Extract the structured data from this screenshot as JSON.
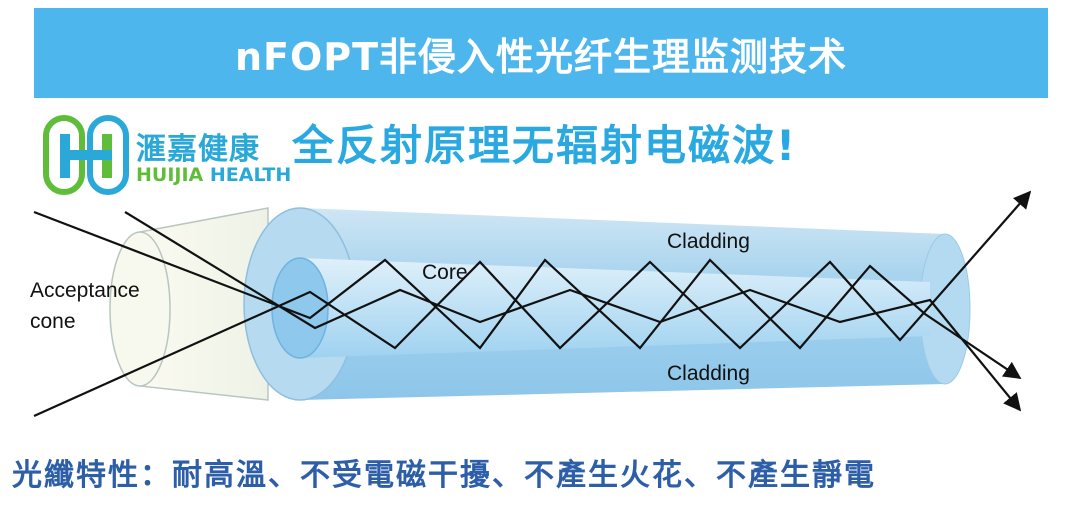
{
  "banner": {
    "title": "nFOPT非侵入性光纤生理监测技术"
  },
  "logo": {
    "name_cn": "滙嘉健康",
    "name_en_part1": "HUIJIA",
    "name_en_part2": "HEALTH"
  },
  "headline": "全反射原理无辐射电磁波!",
  "diagram": {
    "acceptance_cone_line1": "Acceptance",
    "acceptance_cone_line2": "cone",
    "core_label": "Core",
    "cladding_top_label": "Cladding",
    "cladding_bottom_label": "Cladding"
  },
  "footer": {
    "text": "光纖特性：耐高溫、不受電磁干擾、不產生火花、不產生靜電"
  },
  "colors": {
    "banner": "#4db6ec",
    "headline": "#29a9e0",
    "footer": "#2d5ea8",
    "logo_blue": "#2aa9d8",
    "logo_green": "#5fbd3a"
  }
}
